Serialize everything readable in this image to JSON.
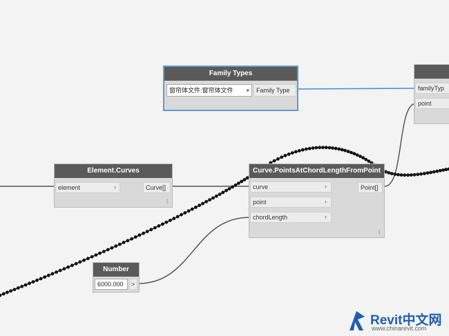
{
  "nodes": {
    "family_types": {
      "title": "Family Types",
      "selected_value": "窗帘体文件:窗帘体文件",
      "output": "Family Type"
    },
    "element_curves": {
      "title": "Element.Curves",
      "input": "element",
      "output": "Curve[]",
      "lacing": "|"
    },
    "points_at_chord": {
      "title": "Curve.PointsAtChordLengthFromPoint",
      "inputs": [
        "curve",
        "point",
        "chordLength"
      ],
      "output": "Point[]",
      "lacing": "|"
    },
    "number": {
      "title": "Number",
      "value": "6000.000",
      "output": ">"
    },
    "partial_node": {
      "inputs": [
        "familyTyp",
        "point"
      ]
    }
  },
  "arrow_glyph": "›",
  "watermark": {
    "brand": "Revit中文网",
    "url": "www.chinarevit.com"
  },
  "colors": {
    "canvas": "#f3f3f3",
    "node_header": "#5a5a5a",
    "node_body": "#d9d9d9",
    "selection": "#5a9bd1",
    "wire": "#555555",
    "selected_wire": "#3a8fd6",
    "points": "#111111",
    "brand": "#1e5fb0"
  }
}
